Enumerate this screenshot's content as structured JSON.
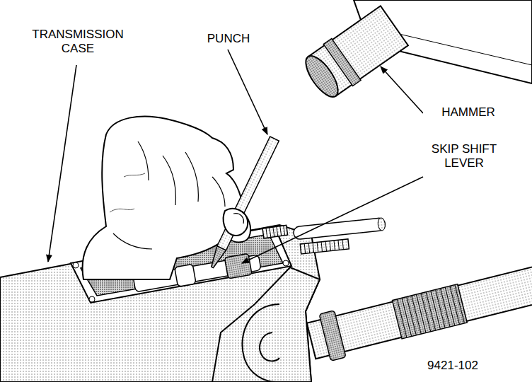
{
  "diagram": {
    "labels": [
      "TRANSMISSION CASE",
      "PUNCH",
      "HAMMER",
      "SKIP SHIFT LEVER",
      "9421-102"
    ]
  }
}
